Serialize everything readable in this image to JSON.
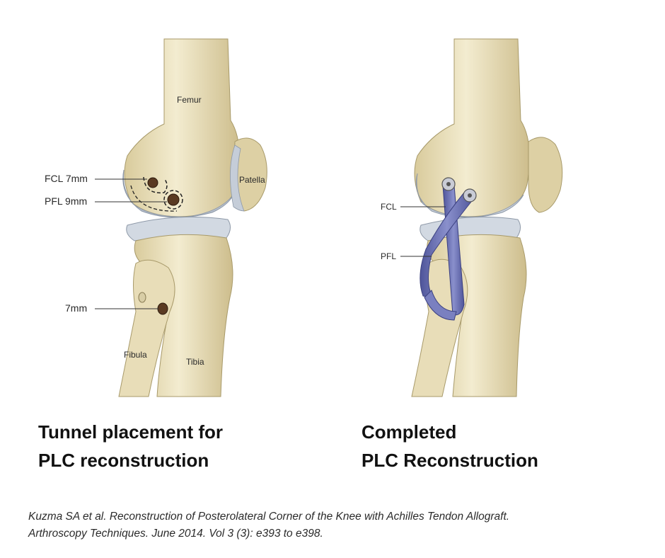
{
  "left_panel": {
    "labels": {
      "femur": "Femur",
      "patella": "Patella",
      "fcl": "FCL 7mm",
      "pfl": "PFL 9mm",
      "fibula_tunnel": "7mm",
      "fibula": "Fibula",
      "tibia": "Tibia"
    },
    "caption_line1": "Tunnel placement for",
    "caption_line2": "PLC reconstruction"
  },
  "right_panel": {
    "labels": {
      "fcl": "FCL",
      "pfl": "PFL"
    },
    "caption_line1": "Completed",
    "caption_line2": "PLC Reconstruction"
  },
  "citation": {
    "line1": "Kuzma SA et al. Reconstruction of Posterolateral Corner of the Knee with Achilles Tendon Allograft.",
    "line2": "Arthroscopy Techniques. June 2014. Vol 3 (3): e393 to e398."
  },
  "colors": {
    "bone": "#efe6c4",
    "bone_shadow": "#c9b98a",
    "cartilage": "#d4dbe4",
    "graft": "#6f76b8",
    "tunnel": "#5a3a22"
  }
}
